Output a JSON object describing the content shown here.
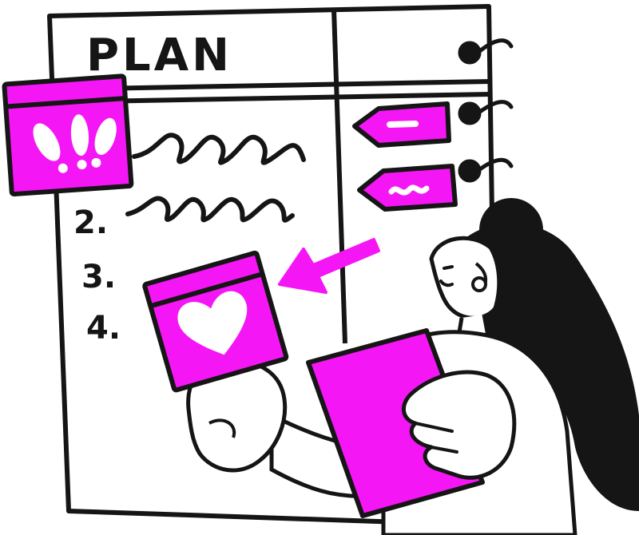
{
  "board": {
    "title": "PLAN",
    "list_numbers": [
      "2.",
      "3.",
      "4."
    ]
  },
  "icons": {
    "priority_note": "exclamation-icon",
    "favorite_note": "heart-icon",
    "binder_rings": "ring-icon"
  },
  "colors": {
    "accent": "#f516f5",
    "ink": "#151515",
    "paper": "#ffffff"
  }
}
